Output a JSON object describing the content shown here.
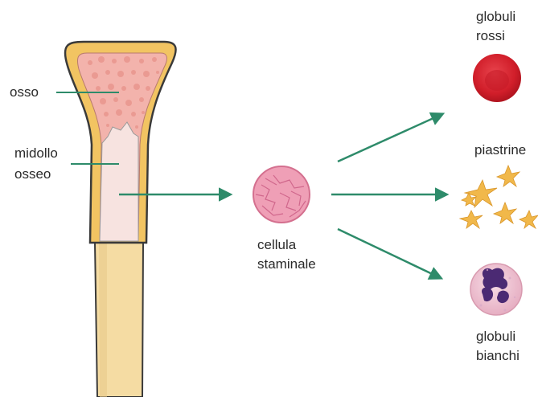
{
  "labels": {
    "osso": "osso",
    "midollo_line1": "midollo",
    "midollo_line2": "osseo",
    "cellula_line1": "cellula",
    "cellula_line2": "staminale",
    "rossi_line1": "globuli",
    "rossi_line2": "rossi",
    "piastrine": "piastrine",
    "bianchi_line1": "globuli",
    "bianchi_line2": "bianchi"
  },
  "colors": {
    "bone_outline": "#3a3a3a",
    "bone_cortex": "#f2c462",
    "spongy_bone": "#f3b3ac",
    "marrow": "#f7e3e0",
    "shaft": "#f5dca3",
    "leader_lines": "#2e8b6a",
    "arrows": "#2e8b6a",
    "stem_cell": "#ef9fb6",
    "red_cell": "#d8232e",
    "platelets": "#f1b84a",
    "white_cell": "#f0c6d4",
    "white_cell_nucleus": "#4b2a73"
  }
}
